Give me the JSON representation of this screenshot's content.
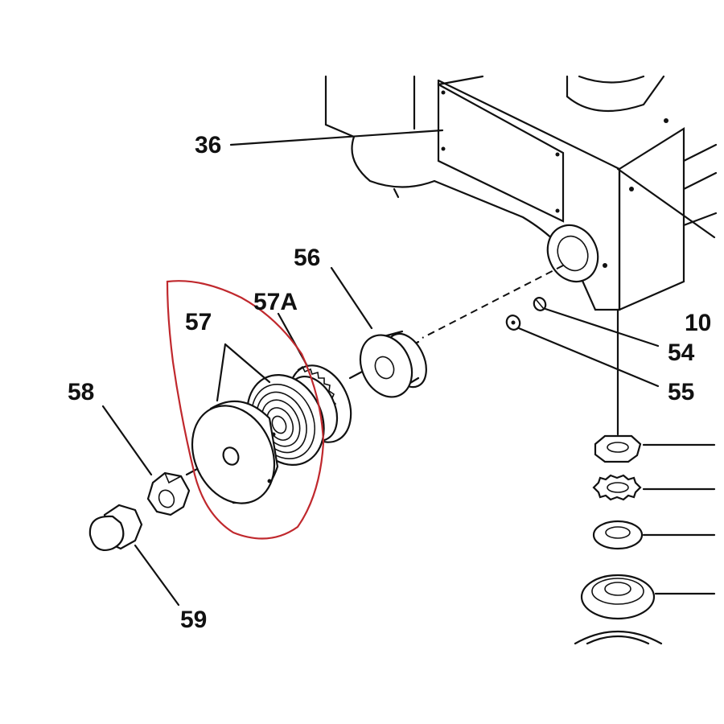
{
  "labels": {
    "p36": "36",
    "p56": "56",
    "p57a": "57A",
    "p57": "57",
    "p58": "58",
    "p59": "59",
    "p54": "54",
    "p55": "55",
    "p10": "10"
  },
  "highlight_color": "#c0282d"
}
